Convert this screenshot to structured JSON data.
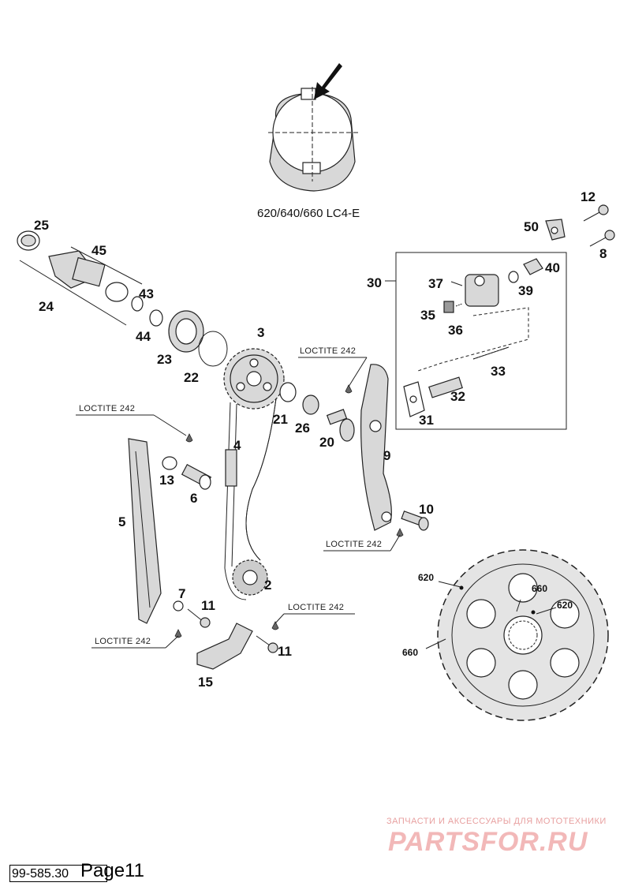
{
  "caption": "620/640/660 LC4-E",
  "loctite": "LOCTITE 242",
  "part_labels": {
    "p2": "2",
    "p3": "3",
    "p4": "4",
    "p5": "5",
    "p6": "6",
    "p7": "7",
    "p8": "8",
    "p9": "9",
    "p10": "10",
    "p11a": "11",
    "p11b": "11",
    "p12": "12",
    "p13": "13",
    "p15": "15",
    "p20": "20",
    "p21": "21",
    "p22": "22",
    "p23": "23",
    "p24": "24",
    "p25": "25",
    "p26": "26",
    "p30": "30",
    "p31": "31",
    "p32": "32",
    "p33": "33",
    "p35": "35",
    "p36": "36",
    "p37": "37",
    "p39": "39",
    "p40": "40",
    "p43": "43",
    "p44": "44",
    "p45": "45",
    "p50": "50"
  },
  "sprocket_labels": {
    "s620a": "620",
    "s660a": "660",
    "s660b": "660",
    "s620b": "620"
  },
  "footer": {
    "code": "99-585.30",
    "page": "Page11"
  },
  "watermark": {
    "small": "ЗАПЧАСТИ И АКСЕССУАРЫ ДЛЯ МОТОТЕХНИКИ",
    "big": "PARTSFOR.RU"
  }
}
